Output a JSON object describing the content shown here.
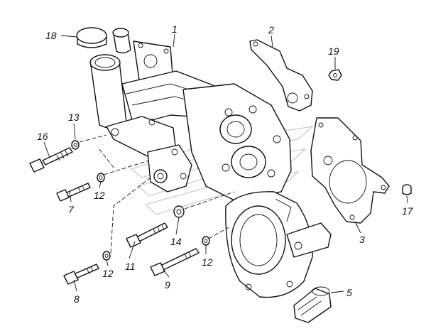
{
  "callouts": {
    "c1": "1",
    "c2": "2",
    "c3": "3",
    "c5": "5",
    "c7": "7",
    "c8": "8",
    "c9": "9",
    "c11": "11",
    "c12a": "12",
    "c12b": "12",
    "c12c": "12",
    "c13": "13",
    "c14": "14",
    "c16": "16",
    "c17": "17",
    "c18": "18",
    "c19": "19"
  }
}
